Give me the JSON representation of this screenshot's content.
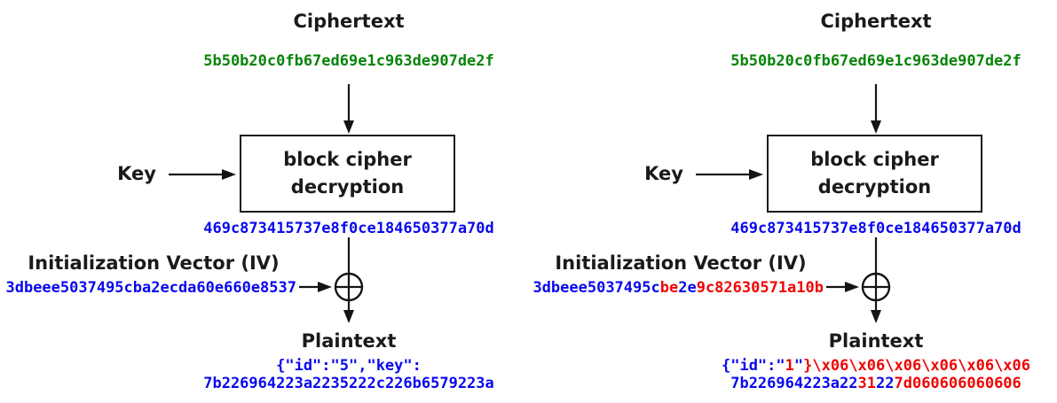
{
  "colors": {
    "blue": "#0808ee",
    "green": "#088408",
    "red": "#ee0404",
    "ink": "#1a1a1a"
  },
  "panels": [
    {
      "name": "original-decryption",
      "ciphertext_label": "Ciphertext",
      "ciphertext_hex": [
        {
          "text": "5b50b20c0fb67ed69e1c963de907de2f",
          "color": "green"
        }
      ],
      "key_label": "Key",
      "box_label_line1": "block cipher",
      "box_label_line2": "decryption",
      "block_output_hex": [
        {
          "text": "469c873415737e8f0ce184650377a70d",
          "color": "blue"
        }
      ],
      "iv_label": "Initialization Vector (IV)",
      "iv_hex": [
        {
          "text": "3dbeee5037495cba2ecda60e660e8537",
          "color": "blue"
        }
      ],
      "plaintext_label": "Plaintext",
      "plaintext_line1": [
        {
          "text": "{\"id\":\"5\",\"key\":",
          "color": "blue"
        }
      ],
      "plaintext_line2": [
        {
          "text": "7b226964223a2235222c226b6579223a",
          "color": "blue"
        }
      ]
    },
    {
      "name": "tampered-iv-decryption",
      "ciphertext_label": "Ciphertext",
      "ciphertext_hex": [
        {
          "text": "5b50b20c0fb67ed69e1c963de907de2f",
          "color": "green"
        }
      ],
      "key_label": "Key",
      "box_label_line1": "block cipher",
      "box_label_line2": "decryption",
      "block_output_hex": [
        {
          "text": "469c873415737e8f0ce184650377a70d",
          "color": "blue"
        }
      ],
      "iv_label": "Initialization Vector (IV)",
      "iv_hex": [
        {
          "text": "3dbeee5037495c",
          "color": "blue"
        },
        {
          "text": "be",
          "color": "red"
        },
        {
          "text": "2e",
          "color": "blue"
        },
        {
          "text": "9c82630571a10b",
          "color": "red"
        }
      ],
      "plaintext_label": "Plaintext",
      "plaintext_line1": [
        {
          "text": "{\"id\":\"",
          "color": "blue"
        },
        {
          "text": "1",
          "color": "red"
        },
        {
          "text": "\"",
          "color": "blue"
        },
        {
          "text": "}\\x06\\x06\\x06\\x06\\x06\\x06",
          "color": "red"
        }
      ],
      "plaintext_line2": [
        {
          "text": "7b226964223a22",
          "color": "blue"
        },
        {
          "text": "31",
          "color": "red"
        },
        {
          "text": "22",
          "color": "blue"
        },
        {
          "text": "7d060606060606",
          "color": "red"
        }
      ]
    }
  ]
}
